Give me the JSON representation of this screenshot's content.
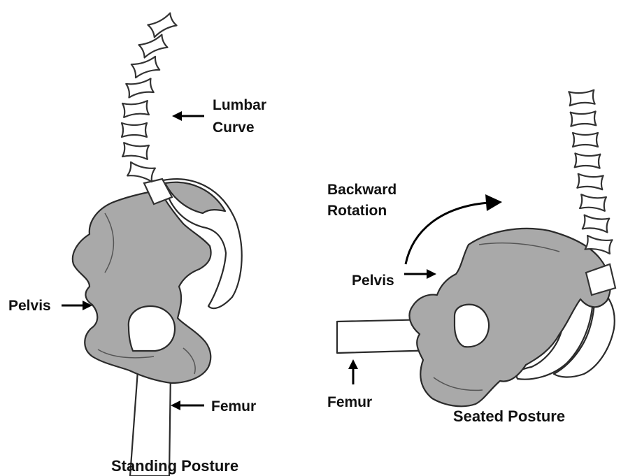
{
  "labels": {
    "lumbar_curve_line1": "Lumbar",
    "lumbar_curve_line2": "Curve",
    "pelvis_left": "Pelvis",
    "femur_left": "Femur",
    "standing_posture": "Standing Posture",
    "backward_rotation_line1": "Backward",
    "backward_rotation_line2": "Rotation",
    "pelvis_right": "Pelvis",
    "femur_right": "Femur",
    "seated_posture": "Seated Posture"
  },
  "colors": {
    "bone_fill": "#a9a9a9",
    "outline": "#2b2b2b",
    "background": "#ffffff"
  }
}
